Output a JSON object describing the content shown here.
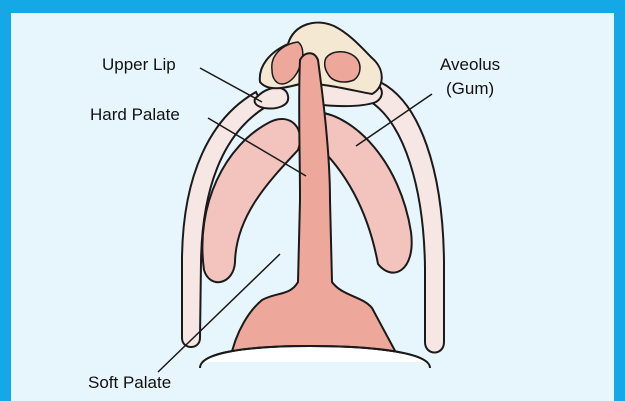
{
  "labels": {
    "upper_lip": "Upper Lip",
    "hard_palate": "Hard Palate",
    "soft_palate": "Soft Palate",
    "aveolus_line1": "Aveolus",
    "aveolus_line2": "(Gum)"
  },
  "colors": {
    "frame_blue": "#14a9e6",
    "panel_bg": "#e7f6fd",
    "nose": "#f4e8d2",
    "lip_light": "#f6e7e4",
    "gum": "#f2c4bd",
    "palate": "#eea79b",
    "outline": "#1a1a1a"
  }
}
